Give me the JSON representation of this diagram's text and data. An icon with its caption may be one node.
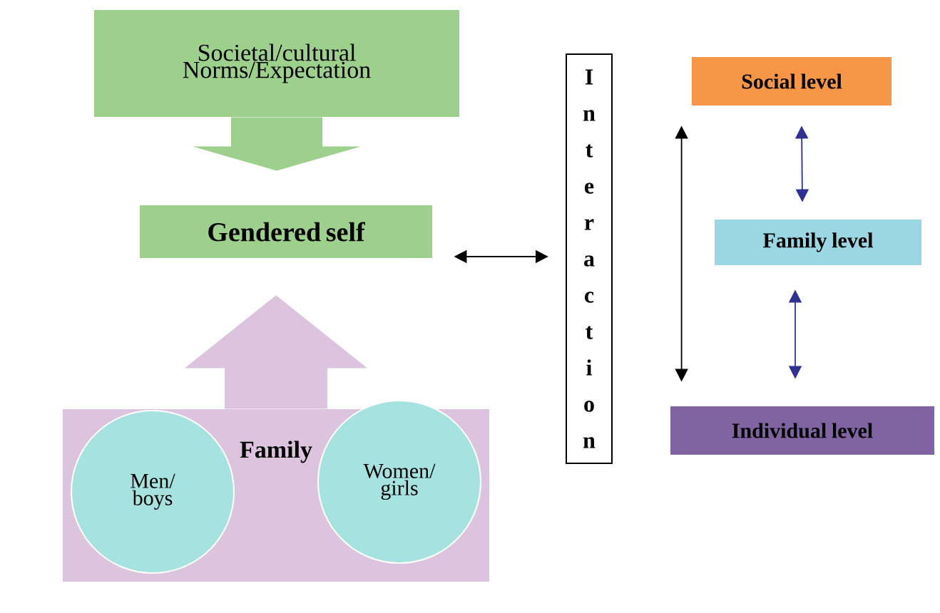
{
  "diagram": {
    "nodes": [
      {
        "text": [
          "Societal/cultural Norms/Expectation"
        ]
      },
      {
        "text": [
          "Gendered self"
        ]
      },
      {
        "text": [
          "Family"
        ]
      },
      {
        "text": [
          "Men/ boys"
        ],
        "in": 2
      },
      {
        "text": [
          "Women/ girls"
        ],
        "in": 2
      },
      {
        "text": [
          "Interaction"
        ]
      },
      {
        "text": [
          "Social level"
        ]
      },
      {
        "text": [
          "Family level"
        ]
      },
      {
        "text": [
          "Individual level"
        ]
      }
    ],
    "edges": [
      {
        "from": 0,
        "to": 1,
        "arrow": "to",
        "style": "thick",
        "color": "#9dd08c"
      },
      {
        "from": 2,
        "to": 1,
        "arrow": "to",
        "style": "thick",
        "color": "#dcc3de"
      },
      {
        "from": 1,
        "to": 5,
        "arrow": "both"
      },
      {
        "from": 6,
        "to": 8,
        "arrow": "both"
      },
      {
        "from": 6,
        "to": 7,
        "arrow": "both",
        "color": "#2e3192"
      },
      {
        "from": 7,
        "to": 8,
        "arrow": "both",
        "color": "#2e3192"
      }
    ]
  }
}
